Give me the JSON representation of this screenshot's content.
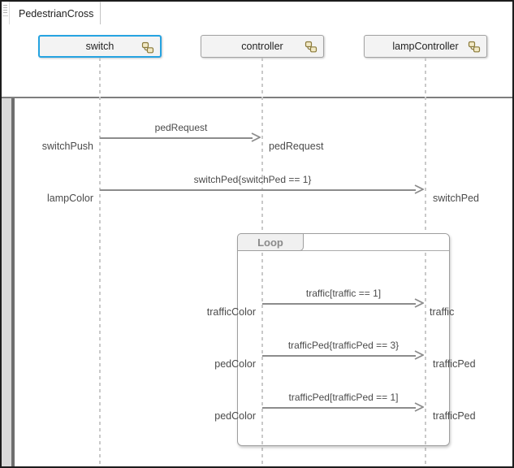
{
  "tab": {
    "label": "PedestrianCross"
  },
  "lifelines": [
    {
      "label": "switch",
      "selected": true
    },
    {
      "label": "controller",
      "selected": false
    },
    {
      "label": "lampController",
      "selected": false
    }
  ],
  "fragment": {
    "label": "Loop"
  },
  "messages": [
    {
      "label": "pedRequest",
      "left_label": "switchPush",
      "right_label": "pedRequest"
    },
    {
      "label": "switchPed{switchPed == 1}",
      "left_label": "lampColor",
      "right_label": "switchPed"
    },
    {
      "label": "traffic[traffic == 1]",
      "left_label": "trafficColor",
      "right_label": "traffic"
    },
    {
      "label": "trafficPed{trafficPed == 3}",
      "left_label": "pedColor",
      "right_label": "trafficPed"
    },
    {
      "label": "trafficPed[trafficPed == 1]",
      "left_label": "pedColor",
      "right_label": "trafficPed"
    }
  ],
  "colors": {
    "selected_border": "#25a3e1",
    "arrow": "#8c8c8c",
    "lifeline_dash": "#c9c9c9",
    "loop_border": "#9e9e9e",
    "badge_stroke": "#8a7a3a",
    "badge_fill": "#f2e9c5"
  }
}
